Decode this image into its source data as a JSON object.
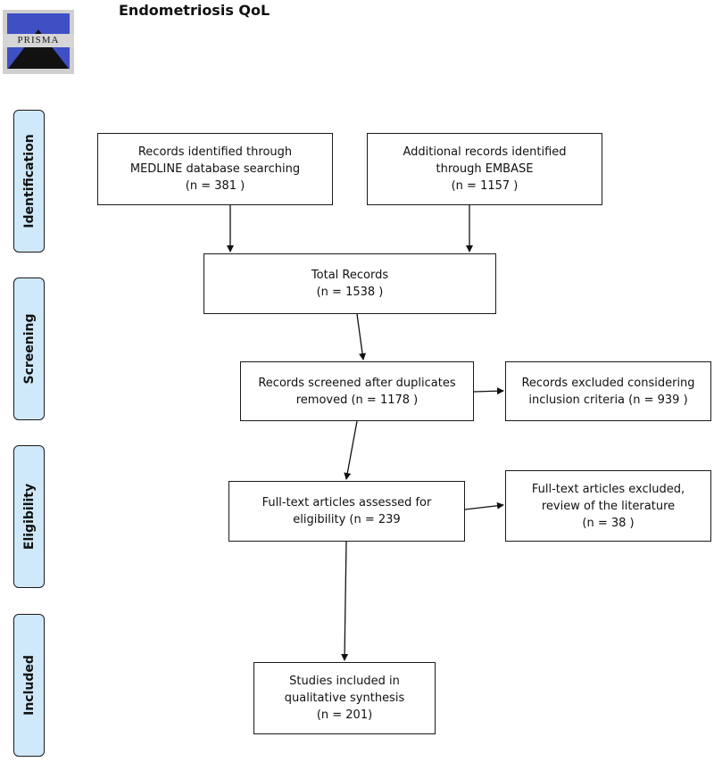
{
  "title": "Endometriosis QoL",
  "logo": {
    "text": "PRISMA"
  },
  "phases": {
    "identification": "Identification",
    "screening": "Screening",
    "eligibility": "Eligibility",
    "included": "Included"
  },
  "boxes": {
    "medline": [
      "Records identified through",
      "MEDLINE database searching",
      "(n = 381  )"
    ],
    "embase": [
      "Additional records identified",
      "through EMBASE",
      "(n = 1157 )"
    ],
    "total": [
      "Total Records",
      "(n = 1538  )"
    ],
    "screened": [
      "Records screened after duplicates",
      "removed (n =  1178 )"
    ],
    "excluded_criteria": [
      "Records excluded considering",
      "inclusion criteria (n =  939 )"
    ],
    "fulltext": [
      "Full-text articles assessed for",
      "eligibility (n =  239"
    ],
    "fulltext_excluded": [
      "Full-text articles excluded,",
      "review of the literature",
      "(n = 38  )"
    ],
    "included": [
      "Studies included in",
      "qualitative synthesis",
      "(n = 201)"
    ]
  }
}
